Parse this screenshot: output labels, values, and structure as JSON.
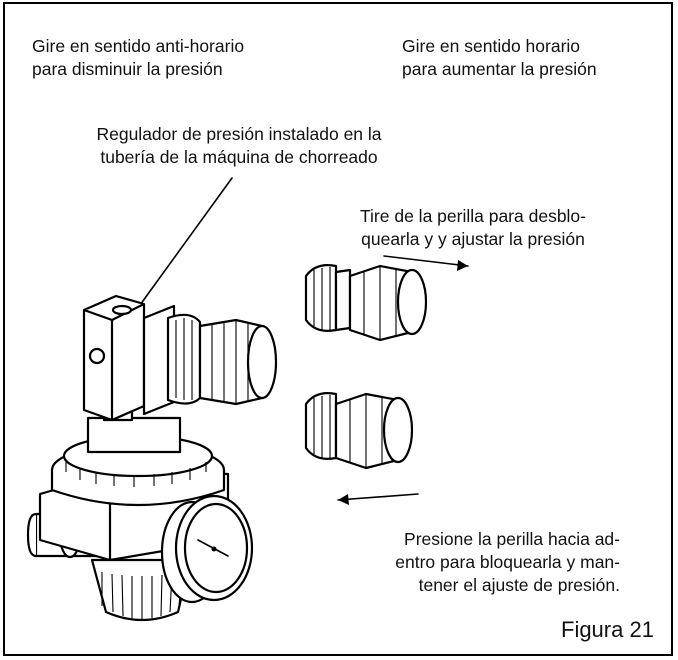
{
  "ccw": {
    "line1": "Gire en sentido anti-horario",
    "line2": "para disminuir la presión"
  },
  "cw": {
    "line1": "Gire en sentido horario",
    "line2": "para aumentar la presión"
  },
  "regulator": {
    "line1": "Regulador de presión instalado en la",
    "line2": "tubería de la máquina de chorreado"
  },
  "pull": {
    "line1": "Tire de la perilla para desblo-",
    "line2": "quearla y y ajustar la presión"
  },
  "push": {
    "line1": "Presione la perilla hacia ad-",
    "line2": "entro para bloquearla y man-",
    "line3": "tener el ajuste de presión."
  },
  "figure_label": "Figura 21"
}
